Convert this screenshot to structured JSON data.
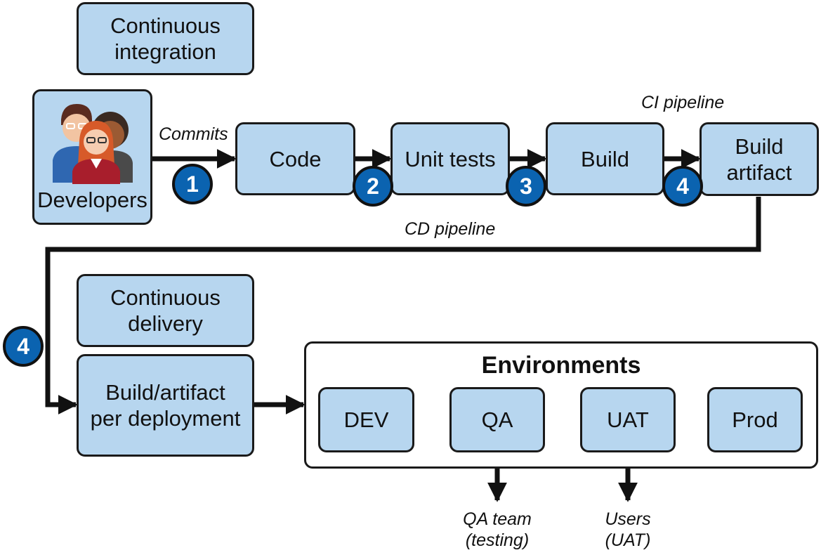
{
  "labels": {
    "ci_title": "Continuous\nintegration",
    "developers": "Developers",
    "commits": "Commits",
    "code": "Code",
    "unit_tests": "Unit tests",
    "build": "Build",
    "build_artifact": "Build\nartifact",
    "ci_pipeline": "CI pipeline",
    "cd_pipeline": "CD pipeline",
    "cd_title": "Continuous\ndelivery",
    "build_per_deployment": "Build/artifact\nper deployment",
    "environments": "Environments",
    "dev": "DEV",
    "qa": "QA",
    "uat": "UAT",
    "prod": "Prod",
    "qa_team": "QA team\n(testing)",
    "users": "Users\n(UAT)"
  },
  "badges": {
    "b1": "1",
    "b2": "2",
    "b3": "3",
    "b4a": "4",
    "b4b": "4"
  },
  "colors": {
    "box_fill": "#b7d6ef",
    "badge_fill": "#0b63b0",
    "line": "#111111"
  }
}
